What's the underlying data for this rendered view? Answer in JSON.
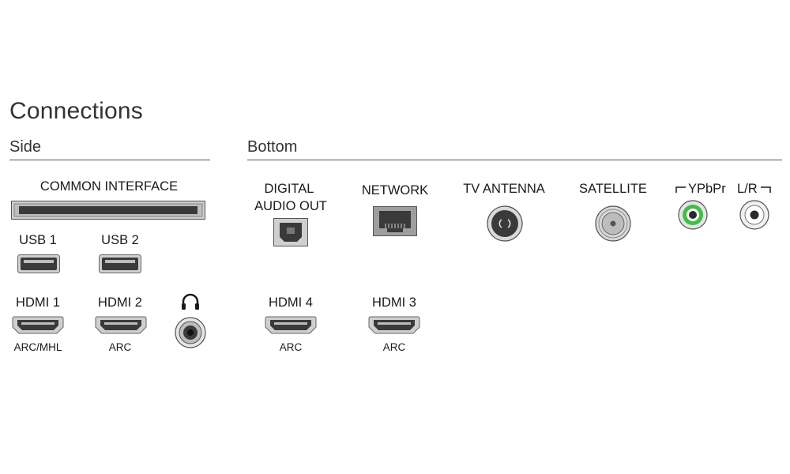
{
  "title": "Connections",
  "sections": {
    "side": "Side",
    "bottom": "Bottom"
  },
  "side": {
    "common_interface": "COMMON INTERFACE",
    "usb1": "USB 1",
    "usb2": "USB 2",
    "hdmi1": {
      "label": "HDMI 1",
      "sub": "ARC/MHL"
    },
    "hdmi2": {
      "label": "HDMI 2",
      "sub": "ARC"
    },
    "headphone_icon": "headphone-icon"
  },
  "bottom": {
    "digital_audio_out": {
      "line1": "DIGITAL",
      "line2": "AUDIO OUT"
    },
    "network": "NETWORK",
    "tv_antenna": "TV ANTENNA",
    "satellite": "SATELLITE",
    "ypbpr": "YPbPr",
    "lr": "L/R",
    "hdmi4": {
      "label": "HDMI 4",
      "sub": "ARC"
    },
    "hdmi3": {
      "label": "HDMI 3",
      "sub": "ARC"
    }
  },
  "colors": {
    "port_dark": "#3a3a3a",
    "port_light": "#bdbdbd",
    "ypbpr_green": "#3fbf4a"
  }
}
